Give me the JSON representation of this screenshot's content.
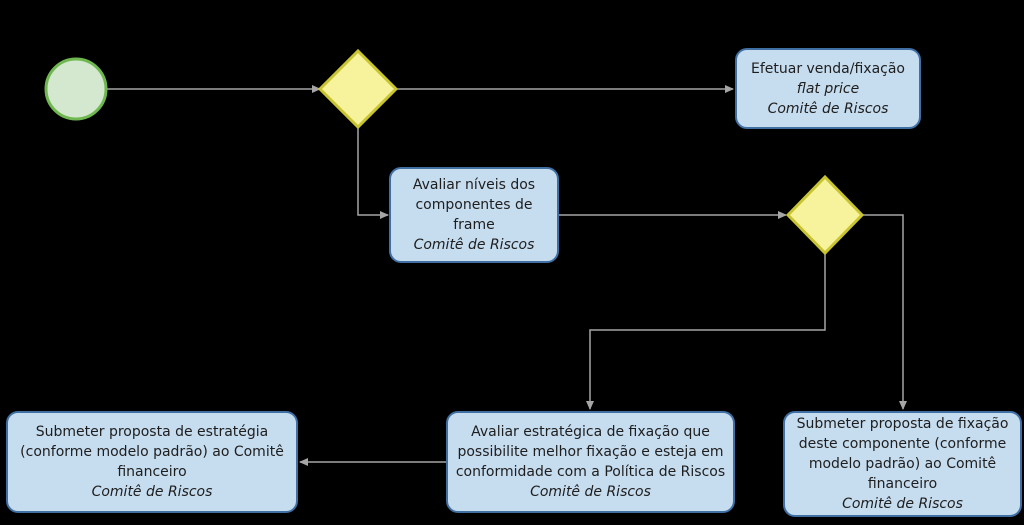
{
  "colors": {
    "background": "#000000",
    "start_fill": "#d4e8cf",
    "start_stroke": "#6fb84f",
    "gateway_fill": "#f6f39c",
    "gateway_stroke": "#c9c431",
    "task_fill": "#c6dcef",
    "task_stroke": "#3f6fa3",
    "connector": "#a6a6a6"
  },
  "tasks": {
    "efetuar": {
      "line1": "Efetuar venda/fixação",
      "line2": "flat price",
      "role": "Comitê de Riscos"
    },
    "avaliar_niveis": {
      "line1": "Avaliar níveis dos",
      "line2": "componentes de",
      "line3": "frame",
      "role": "Comitê de Riscos"
    },
    "submeter_componente": {
      "line1": "Submeter proposta de fixação",
      "line2": "deste componente (conforme",
      "line3": "modelo padrão) ao Comitê",
      "line4": "financeiro",
      "role": "Comitê de Riscos"
    },
    "avaliar_estrategica": {
      "line1": "Avaliar estratégica de fixação que",
      "line2": "possibilite melhor fixação e esteja em",
      "line3": "conformidade com a Política de Riscos",
      "role": "Comitê de Riscos"
    },
    "submeter_estrategia": {
      "line1": "Submeter proposta de estratégia",
      "line2": "(conforme modelo padrão) ao Comitê",
      "line3": "financeiro",
      "role": "Comitê de Riscos"
    }
  }
}
